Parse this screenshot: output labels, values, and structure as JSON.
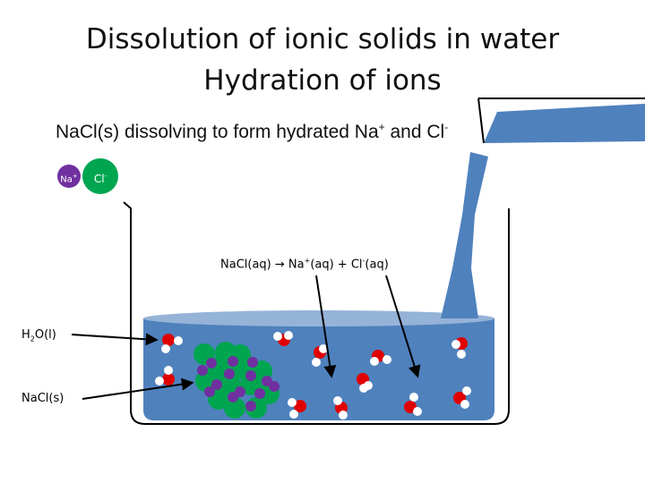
{
  "title_line1": "Dissolution of ionic solids in water",
  "title_line2": "Hydration of ions",
  "subtitle": {
    "main": "NaCl(s) dissolving to form hydrated Na",
    "na_sup": "+",
    "mid": " and Cl",
    "cl_sup": "-"
  },
  "legend": {
    "na": "Na",
    "na_sup": "+",
    "cl": "Cl",
    "cl_sup": "-"
  },
  "equation": {
    "p1": "NaCl(aq) ",
    "arrow": "→",
    "p2": " Na",
    "na_sup": "+",
    "p3": "(aq) + Cl",
    "cl_sup": "-",
    "p4": "(aq)"
  },
  "labels": {
    "water_pre": "H",
    "water_sub": "2",
    "water_post": "O(l)",
    "nacl": "NaCl(s)"
  },
  "colors": {
    "na": "#7030A0",
    "cl": "#00A550",
    "oxygen": "#E00000",
    "hydrogen": "#FFFFFF",
    "water": "#4F81BD",
    "water_surface": "#95B3D7",
    "pour": "#4F81BD"
  }
}
